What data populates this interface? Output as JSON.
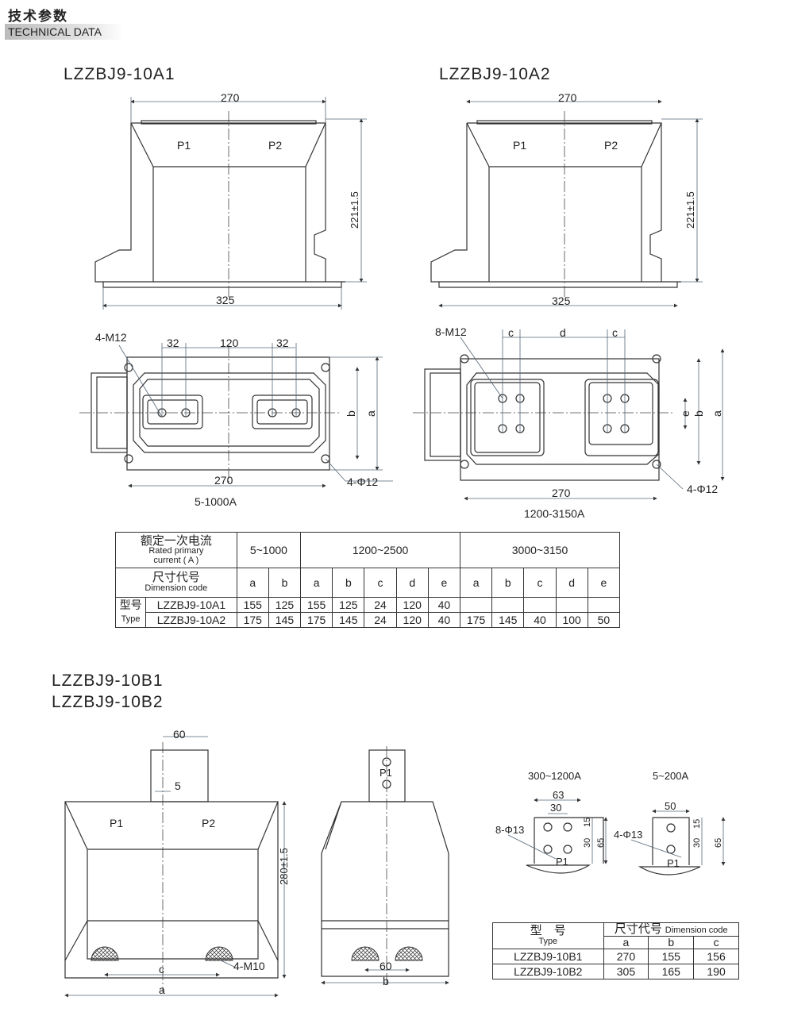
{
  "header": {
    "cn": "技术参数",
    "en": "TECHNICAL DATA"
  },
  "section_a": {
    "a1": {
      "title": "LZZBJ9-10A1",
      "top_width": "270",
      "base_width": "325",
      "height": "221±1.5",
      "p1": "P1",
      "p2": "P2",
      "plan": {
        "holes": "4-M12",
        "dim_32a": "32",
        "dim_120": "120",
        "dim_32b": "32",
        "b": "b",
        "a": "a",
        "width": "270",
        "mount": "4-Φ12",
        "current": "5-1000A"
      }
    },
    "a2": {
      "title": "LZZBJ9-10A2",
      "top_width": "270",
      "base_width": "325",
      "height": "221±1.5",
      "p1": "P1",
      "p2": "P2",
      "plan": {
        "holes": "8-M12",
        "c1": "c",
        "d": "d",
        "c2": "c",
        "e": "e",
        "b": "b",
        "a": "a",
        "width": "270",
        "mount": "4-Φ12",
        "current": "1200-3150A"
      }
    },
    "table": {
      "rated_cn": "额定一次电流",
      "rated_en1": "Rated primary",
      "rated_en2": "current ( A )",
      "ranges": [
        "5~1000",
        "1200~2500",
        "3000~3150"
      ],
      "dim_cn": "尺寸代号",
      "dim_en": "Dimension code",
      "codes": [
        "a",
        "b",
        "a",
        "b",
        "c",
        "d",
        "e",
        "a",
        "b",
        "c",
        "d",
        "e"
      ],
      "type_cn": "型号",
      "type_en": "Type",
      "rows": [
        {
          "model": "LZZBJ9-10A1",
          "values": [
            "155",
            "125",
            "155",
            "125",
            "24",
            "120",
            "40",
            "",
            "",
            "",
            "",
            ""
          ]
        },
        {
          "model": "LZZBJ9-10A2",
          "values": [
            "175",
            "145",
            "175",
            "145",
            "24",
            "120",
            "40",
            "175",
            "145",
            "40",
            "100",
            "50"
          ]
        }
      ]
    }
  },
  "section_b": {
    "title1": "LZZBJ9-10B1",
    "title2": "LZZBJ9-10B2",
    "front": {
      "terminal_width": "60",
      "offset": "5",
      "p1": "P1",
      "p2": "P2",
      "height": "280±1.5",
      "c": "c",
      "a": "a",
      "mount": "4-M10"
    },
    "side": {
      "p1": "P1",
      "foot_spacing": "60",
      "b": "b"
    },
    "terminal_high": {
      "current": "300~1200A",
      "w63": "63",
      "w30": "30",
      "holes": "8-Φ13",
      "h15": "15",
      "h30": "30",
      "h65": "65",
      "p1": "P1"
    },
    "terminal_low": {
      "current": "5~200A",
      "w50": "50",
      "holes": "4-Φ13",
      "h15": "15",
      "h30": "30",
      "h65": "65",
      "p1": "P1"
    },
    "table": {
      "type_cn": "型　号",
      "type_en": "Type",
      "dim_cn": "尺寸代号",
      "dim_en": "Dimension code",
      "codes": [
        "a",
        "b",
        "c"
      ],
      "rows": [
        {
          "model": "LZZBJ9-10B1",
          "values": [
            "270",
            "155",
            "156"
          ]
        },
        {
          "model": "LZZBJ9-10B2",
          "values": [
            "305",
            "165",
            "190"
          ]
        }
      ]
    }
  }
}
